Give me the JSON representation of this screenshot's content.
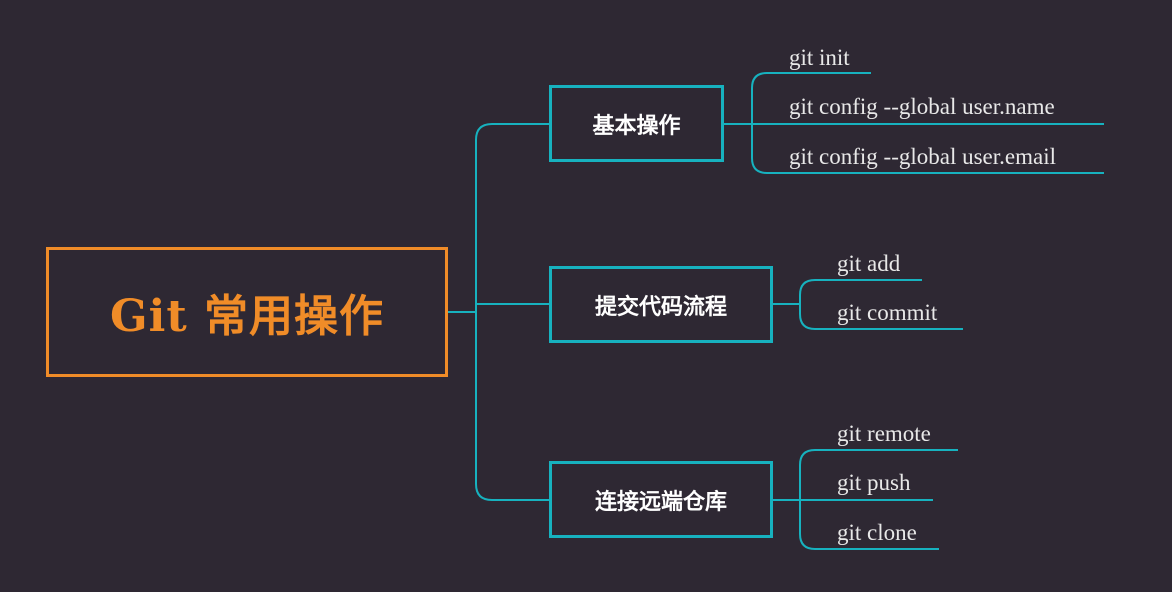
{
  "root": {
    "label": "Git 常用操作"
  },
  "branches": [
    {
      "label": "基本操作",
      "leaves": [
        "git init",
        "git config --global user.name",
        "git config --global user.email"
      ]
    },
    {
      "label": "提交代码流程",
      "leaves": [
        "git add",
        "git commit"
      ]
    },
    {
      "label": "连接远端仓库",
      "leaves": [
        "git remote",
        "git push",
        "git clone"
      ]
    }
  ],
  "colors": {
    "background": "#2e2833",
    "root": "#f08c28",
    "connector": "#17b2bf",
    "text": "#ffffff"
  }
}
